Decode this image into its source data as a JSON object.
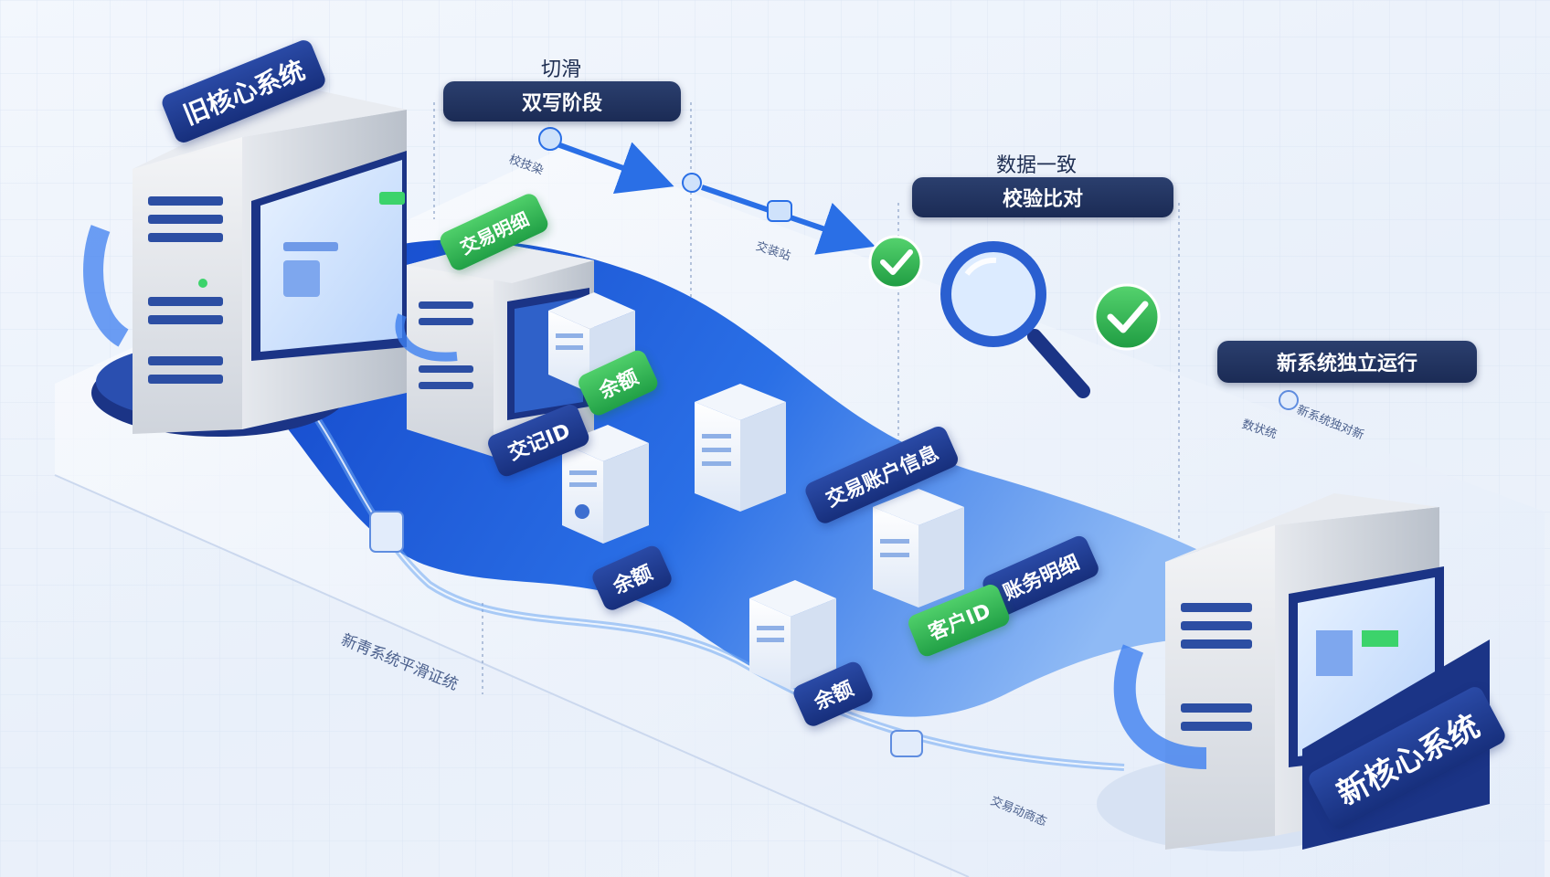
{
  "systems": {
    "old_core": "旧核心系统",
    "new_core": "新核心系统"
  },
  "phases": {
    "cutover_caption": "切滑",
    "cutover_stage": "双写阶段",
    "verify_caption": "数据一致",
    "verify_stage": "校验比对",
    "independent_stage": "新系统独立运行"
  },
  "data_labels": {
    "green_top": "交易明细",
    "green_balance": "余额",
    "transaction_id": "交记ID",
    "balance_mid": "余额",
    "account_info": "交易账户信息",
    "account_detail": "账务明细",
    "customer_id": "客户ID",
    "balance_bottom": "余额"
  },
  "small_captions": {
    "arrow_top": "校技染",
    "arrow_mid": "交装站",
    "new_a": "数状统",
    "new_b": "新系统独对新",
    "side_long": "新靑系统平滑证统",
    "bottom": "交易动商态"
  },
  "colors": {
    "navy": "#1b3486",
    "green": "#2fb552",
    "flow_blue": "#1f5fd8",
    "dark_label": "#1f2f5c"
  }
}
